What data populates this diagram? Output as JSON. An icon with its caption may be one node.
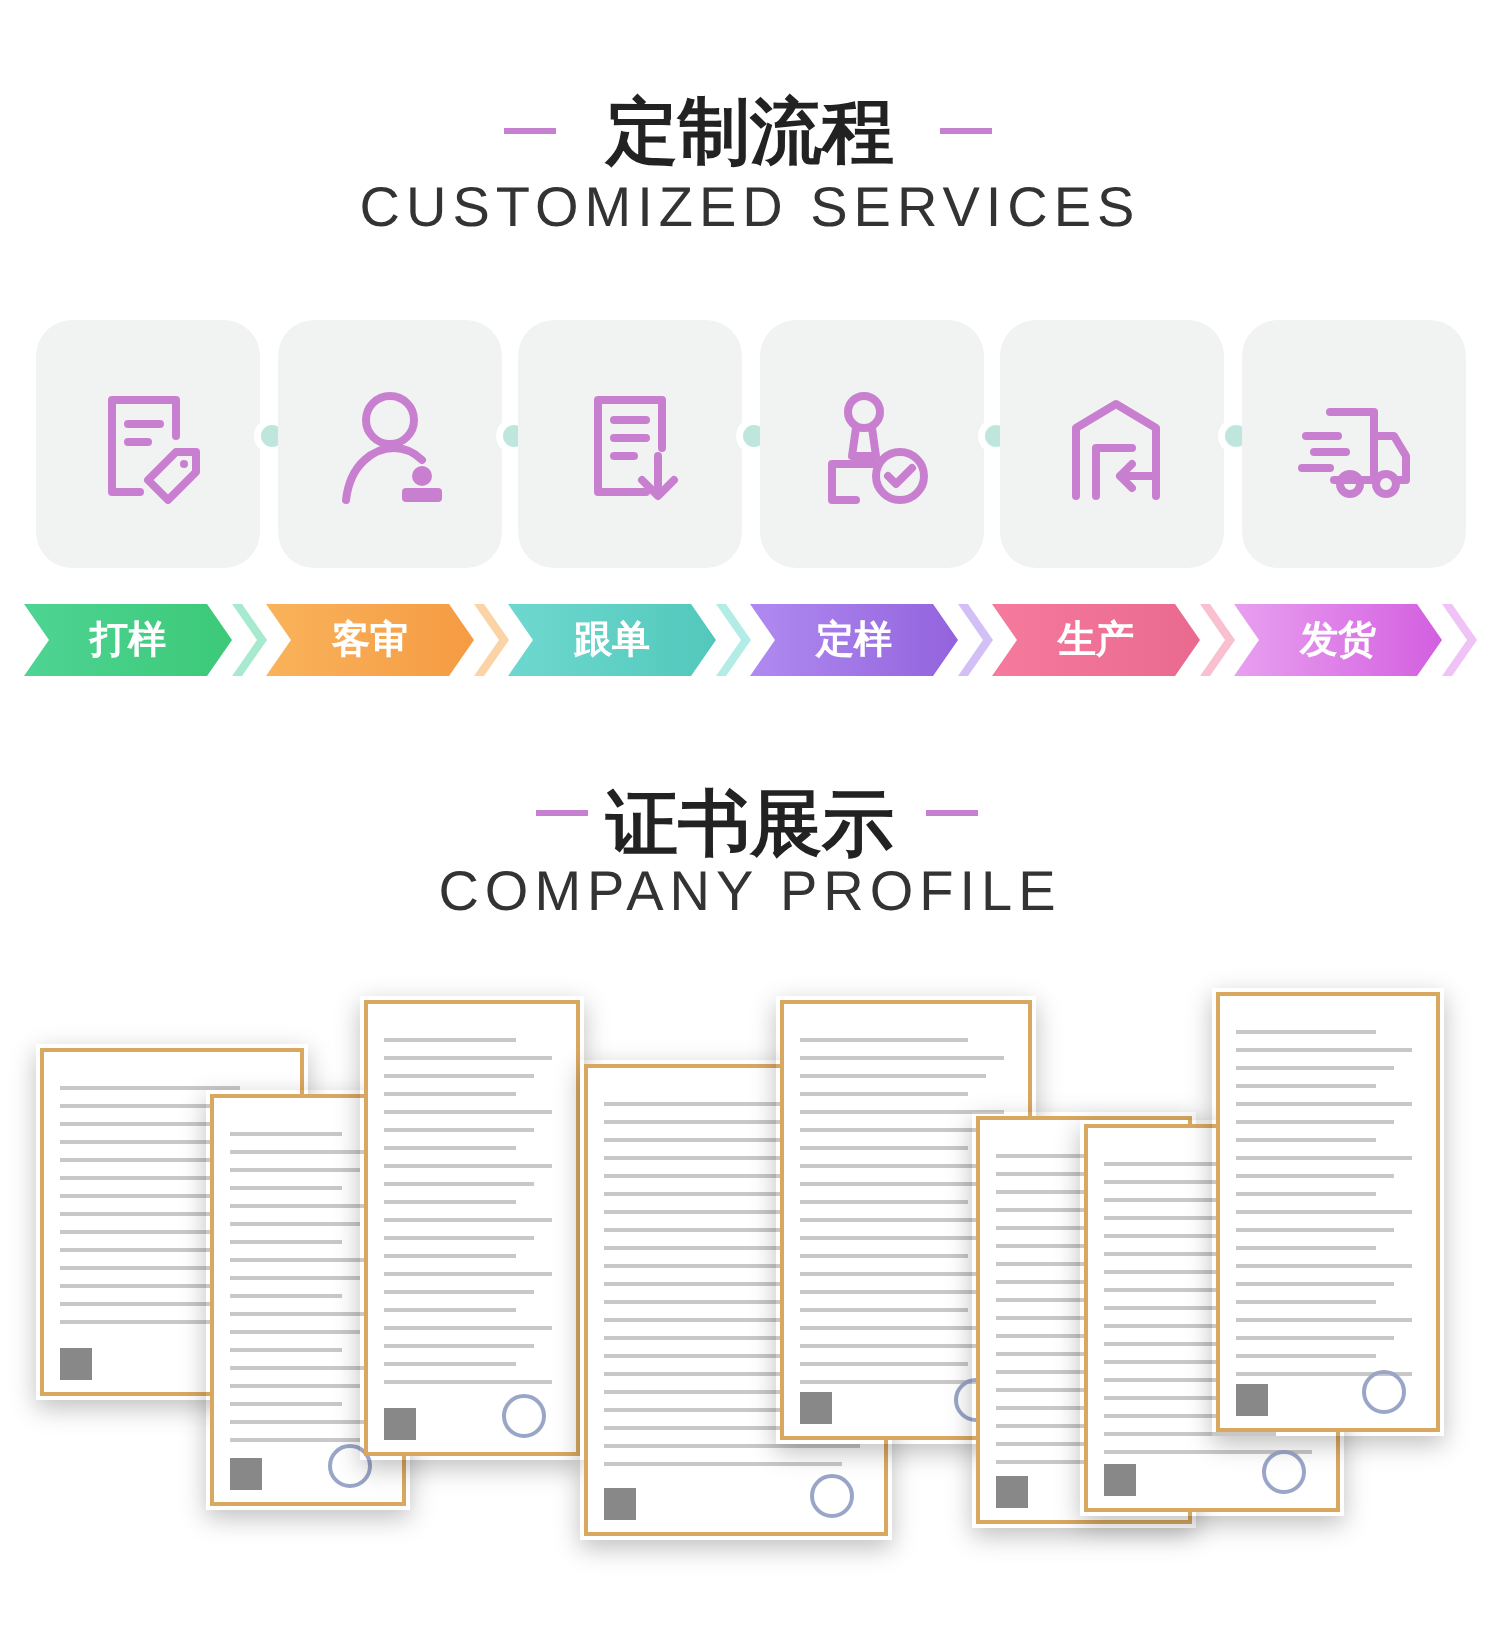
{
  "diagram": {
    "title": "定制流程",
    "nodes": [
      {
        "text": [
          "打样"
        ]
      },
      {
        "text": [
          "客审"
        ]
      },
      {
        "text": [
          "跟单"
        ]
      },
      {
        "text": [
          "定样"
        ]
      },
      {
        "text": [
          "生产"
        ]
      },
      {
        "text": [
          "发货"
        ]
      }
    ],
    "edges": [
      {
        "from": 0,
        "to": 1,
        "arrow": "to"
      },
      {
        "from": 1,
        "to": 2,
        "arrow": "to"
      },
      {
        "from": 2,
        "to": 3,
        "arrow": "to"
      },
      {
        "from": 3,
        "to": 4,
        "arrow": "to"
      },
      {
        "from": 4,
        "to": 5,
        "arrow": "to"
      }
    ],
    "labels": [
      "CUSTOMIZED SERVICES",
      "证书展示",
      "COMPANY PROFILE"
    ]
  }
}
